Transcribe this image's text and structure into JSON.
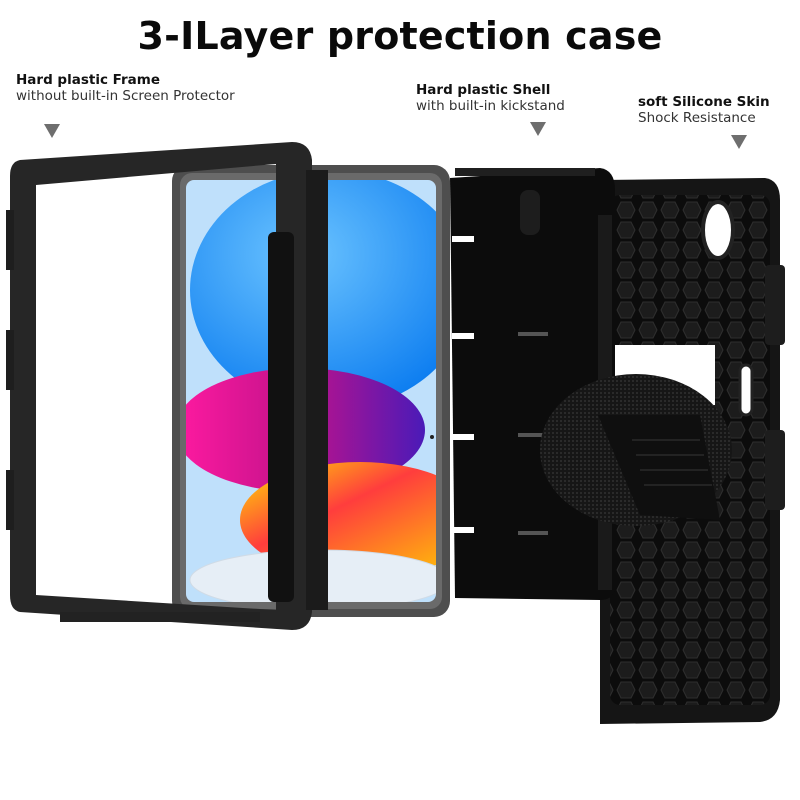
{
  "title": "3-ILayer protection case",
  "layers": [
    {
      "heading": "Hard plastic Frame",
      "subtitle": "without built-in Screen Protector",
      "arrow_icon": "down-triangle"
    },
    {
      "heading": "Hard plastic Shell",
      "subtitle": "with built-in kickstand",
      "arrow_icon": "down-triangle"
    },
    {
      "heading": "soft Silicone Skin",
      "subtitle": "Shock Resistance",
      "arrow_icon": "down-triangle"
    }
  ],
  "colors": {
    "frame": "#2b2b2b",
    "shell": "#0d0d0d",
    "skin": "#121212",
    "tablet_bezel": "#5a5a5a",
    "screen_bg": "#bfe0fb",
    "blob_blue": "#1f8ff5",
    "blob_magenta": "#e0198f",
    "blob_yellow": "#ffe21a",
    "arrow": "#6e6e6e"
  }
}
